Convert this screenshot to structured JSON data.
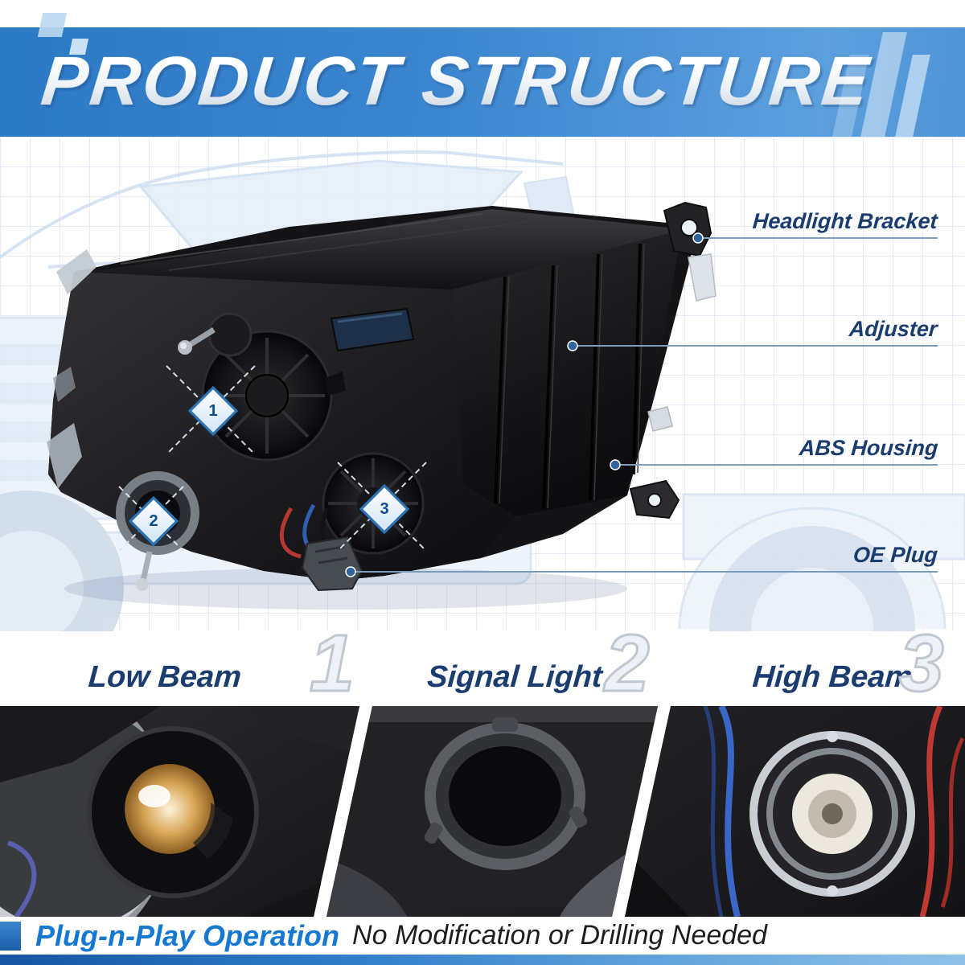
{
  "header": {
    "title": "PRODUCT STRUCTURE"
  },
  "callouts": [
    {
      "label": "Headlight Bracket"
    },
    {
      "label": "Adjuster"
    },
    {
      "label": "ABS Housing"
    },
    {
      "label": "OE Plug"
    }
  ],
  "markers": [
    {
      "number": "1"
    },
    {
      "number": "2"
    },
    {
      "number": "3"
    }
  ],
  "beams": [
    {
      "label": "Low Beam",
      "number": "1"
    },
    {
      "label": "Signal Light",
      "number": "2"
    },
    {
      "label": "High Beam",
      "number": "3"
    }
  ],
  "footer": {
    "highlight": "Plug-n-Play Operation",
    "text": "No Modification or Drilling Needed"
  },
  "colors": {
    "banner_blue_dark": "#2c79c5",
    "banner_blue_light": "#5c9fdd",
    "label_navy": "#1a3c6e",
    "accent_blue": "#1579d1",
    "marker_border": "#2e74b8",
    "grid_line": "#e4edf7",
    "wire_red": "#b5372f",
    "wire_blue": "#2f5fae"
  }
}
